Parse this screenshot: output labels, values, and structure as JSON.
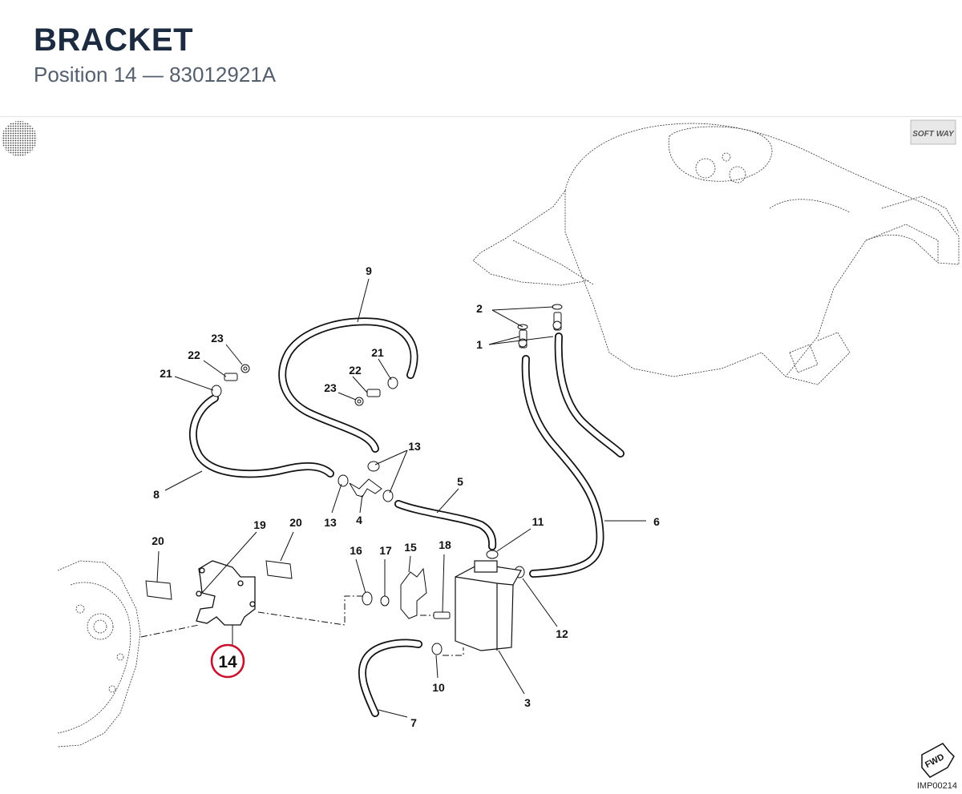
{
  "header": {
    "title": "BRACKET",
    "subtitle": "Position 14 — 83012921A"
  },
  "diagram": {
    "highlighted_position": "14",
    "callouts": {
      "c1": "1",
      "c2": "2",
      "c3": "3",
      "c4": "4",
      "c5": "5",
      "c6": "6",
      "c7": "7",
      "c8": "8",
      "c9": "9",
      "c10": "10",
      "c11": "11",
      "c12": "12",
      "c13a": "13",
      "c13b": "13",
      "c15": "15",
      "c16": "16",
      "c17": "17",
      "c18": "18",
      "c19": "19",
      "c20a": "20",
      "c20b": "20",
      "c21a": "21",
      "c21b": "21",
      "c22a": "22",
      "c22b": "22",
      "c23a": "23",
      "c23b": "23"
    },
    "logo_text": "SOFT WAY",
    "fwd_label": "FWD",
    "image_code": "IMP00214"
  },
  "colors": {
    "highlight": "#c8102e",
    "ink": "#111111",
    "title": "#1c2b40"
  }
}
